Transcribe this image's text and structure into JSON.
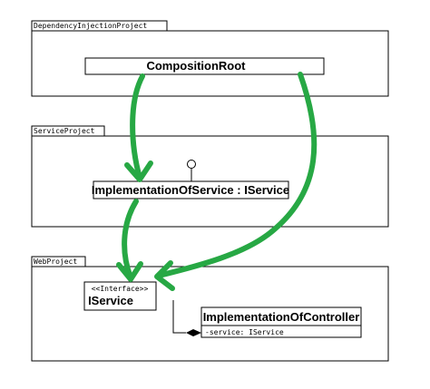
{
  "packages": {
    "di_project": {
      "label": "DependencyInjectionProject"
    },
    "service_project": {
      "label": "ServiceProject"
    },
    "web_project": {
      "label": "WebProject"
    }
  },
  "classes": {
    "composition_root": {
      "name": "CompositionRoot"
    },
    "implementation_of_service": {
      "name": "ImplementationOfService : IService"
    },
    "iservice": {
      "stereotype": "<<Interface>>",
      "name": "IService"
    },
    "implementation_of_controller": {
      "name": "ImplementationOfController",
      "member": "-service: IService"
    }
  },
  "colors": {
    "arrow": "#27a844",
    "line": "#000000",
    "background": "#ffffff"
  }
}
